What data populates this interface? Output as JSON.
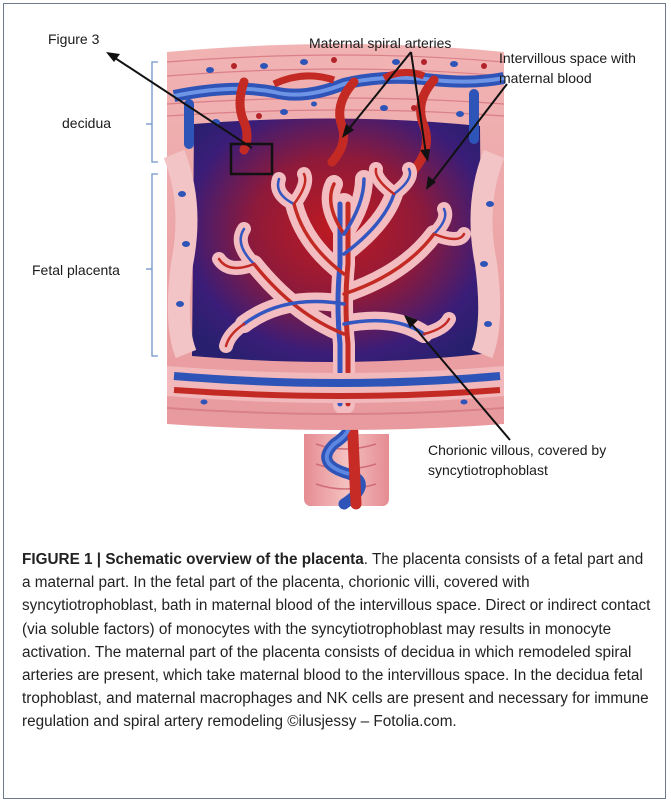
{
  "figure": {
    "labels": {
      "figure3": "Figure 3",
      "maternal_spiral_arteries": "Maternal spiral arteries",
      "intervillous_line1": "Intervillous space with",
      "intervillous_line2": "maternal blood",
      "decidua": "decidua",
      "fetal_placenta": "Fetal placenta",
      "chorionic_line1": "Chorionic villous, covered by",
      "chorionic_line2": "syncytiotrophoblast"
    }
  },
  "caption": {
    "heading": "FIGURE 1 | Schematic overview of the placenta",
    "body": ". The placenta consists of a fetal part and a maternal part. In the fetal part of the placenta, chorionic villi, covered with syncytiotrophoblast, bath in maternal blood of the intervillous space. Direct or indirect contact (via soluble factors) of monocytes with the syncytiotrophoblast may results in monocyte activation. The maternal part of the placenta consists of decidua in which remodeled spiral arteries are present, which take maternal blood to the intervillous space. In the decidua fetal trophoblast, and maternal macrophages and NK cells are present and necessary for immune regulation and spiral artery remodeling ©ilusjessy – Fotolia.com."
  }
}
